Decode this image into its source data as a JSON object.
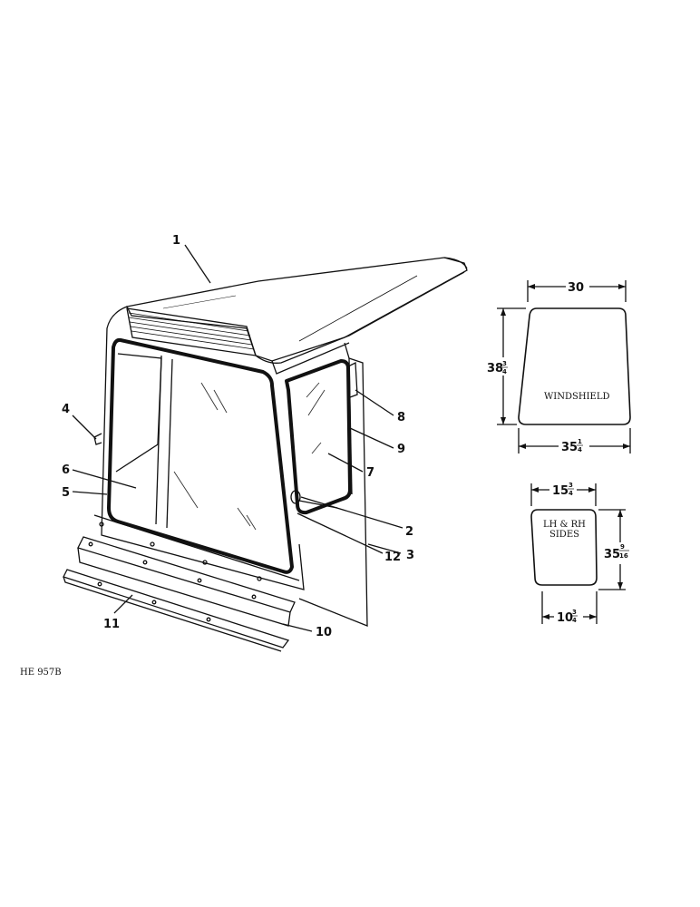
{
  "callouts": [
    "1",
    "2",
    "3",
    "4",
    "5",
    "6",
    "7",
    "8",
    "9",
    "10",
    "11",
    "12"
  ],
  "windshield": {
    "label": "WINDSHIELD",
    "top": "30",
    "height_whole": "38",
    "height_frac_num": "3",
    "height_frac_den": "4",
    "bottom_whole": "35",
    "bottom_frac_num": "1",
    "bottom_frac_den": "4"
  },
  "side": {
    "label_line1": "LH & RH",
    "label_line2": "SIDES",
    "top_whole": "15",
    "top_frac_num": "3",
    "top_frac_den": "4",
    "height_whole": "35",
    "height_frac_num": "9",
    "height_frac_den": "16",
    "bottom_whole": "10",
    "bottom_frac_num": "3",
    "bottom_frac_den": "4"
  },
  "figure_ref": "HE 957B"
}
